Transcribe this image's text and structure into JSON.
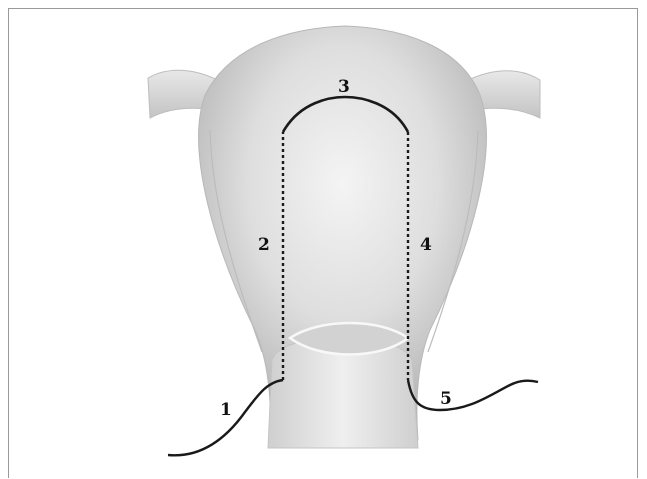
{
  "labels": {
    "l1": "1",
    "l2": "2",
    "l3": "3",
    "l4": "4",
    "l5": "5"
  },
  "colors": {
    "line": "#1a1a1a",
    "tissue_light": "#f2f2f2",
    "tissue_mid": "#d6d6d6",
    "tissue_dark": "#a8a8a8"
  }
}
